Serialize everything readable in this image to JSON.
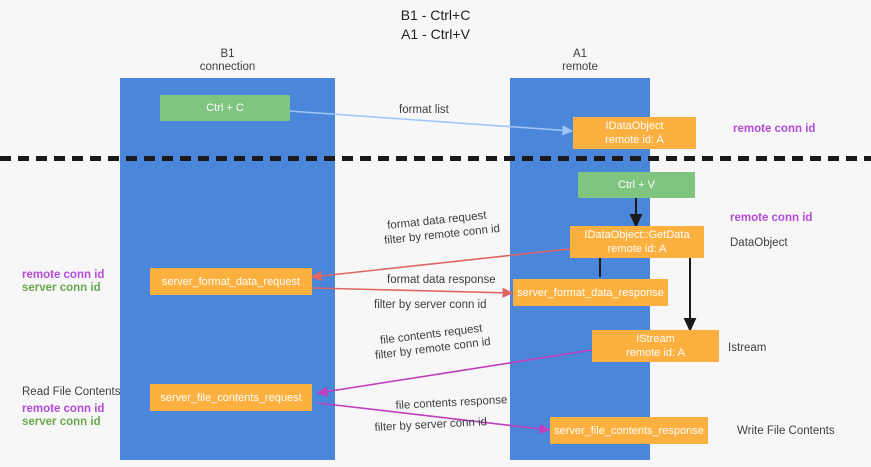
{
  "title": {
    "line1": "B1 - Ctrl+C",
    "line2": "A1 - Ctrl+V"
  },
  "colors": {
    "lane": "#4a86da",
    "green_node": "#7fc47f",
    "orange_node": "#fbb040",
    "remote_conn_id": "#b44bd6",
    "server_conn_id": "#6aa84f",
    "arrow_format_list": "#9fc5f8",
    "arrow_format_data": "#e06666",
    "arrow_file_contents": "#c13ebf",
    "arrow_black": "#1a1a1a",
    "background": "#f7f7f7"
  },
  "lanes": [
    {
      "name": "b1",
      "title": "B1",
      "subtitle": "connection"
    },
    {
      "name": "a1",
      "title": "A1",
      "subtitle": "remote"
    }
  ],
  "nodes": {
    "ctrl_c": {
      "line1": "Ctrl + C",
      "line2": ""
    },
    "idataobject": {
      "line1": "IDataObject",
      "line2": "remote id: A"
    },
    "ctrl_v": {
      "line1": "Ctrl + V",
      "line2": ""
    },
    "getdata": {
      "line1": "IDataObject::GetData",
      "line2": "remote id: A"
    },
    "server_format_data_request": {
      "line1": "server_format_data_request",
      "line2": ""
    },
    "server_format_data_response": {
      "line1": "server_format_data_response",
      "line2": ""
    },
    "istream": {
      "line1": "IStream",
      "line2": "remote id: A"
    },
    "server_file_contents_request": {
      "line1": "server_file_contents_request",
      "line2": ""
    },
    "server_file_contents_response": {
      "line1": "server_file_contents_response",
      "line2": ""
    }
  },
  "edge_labels": {
    "format_list": "format list",
    "format_data_request": "format data request",
    "format_data_request_filter_prefix": "filter by",
    "format_data_request_filter_key": "remote conn id",
    "format_data_response": "format data response",
    "format_data_response_filter_prefix": "filter by",
    "format_data_response_filter_key": "server conn id",
    "file_contents_request": "file contents request",
    "file_contents_request_filter_prefix": "filter by",
    "file_contents_request_filter_key": "remote conn id",
    "file_contents_response": "file contents response",
    "file_contents_response_filter_prefix": "filter by",
    "file_contents_response_filter_key": "server conn id"
  },
  "right_annotations": [
    {
      "name": "remote-conn-id-top",
      "text": "remote conn id",
      "style": "purple"
    },
    {
      "name": "remote-conn-id-middle",
      "text": "remote conn id",
      "style": "purple"
    },
    {
      "name": "dataobject",
      "text": "DataObject",
      "style": "plain"
    },
    {
      "name": "istream",
      "text": "Istream",
      "style": "plain"
    },
    {
      "name": "write-file-contents",
      "text": "Write File Contents",
      "style": "plain"
    }
  ],
  "left_annotations": {
    "conn_ids_middle": {
      "remote": "remote conn id",
      "server": "server conn id"
    },
    "read_file_contents": "Read File Contents",
    "conn_ids_bottom": {
      "remote": "remote conn id",
      "server": "server conn id"
    }
  }
}
